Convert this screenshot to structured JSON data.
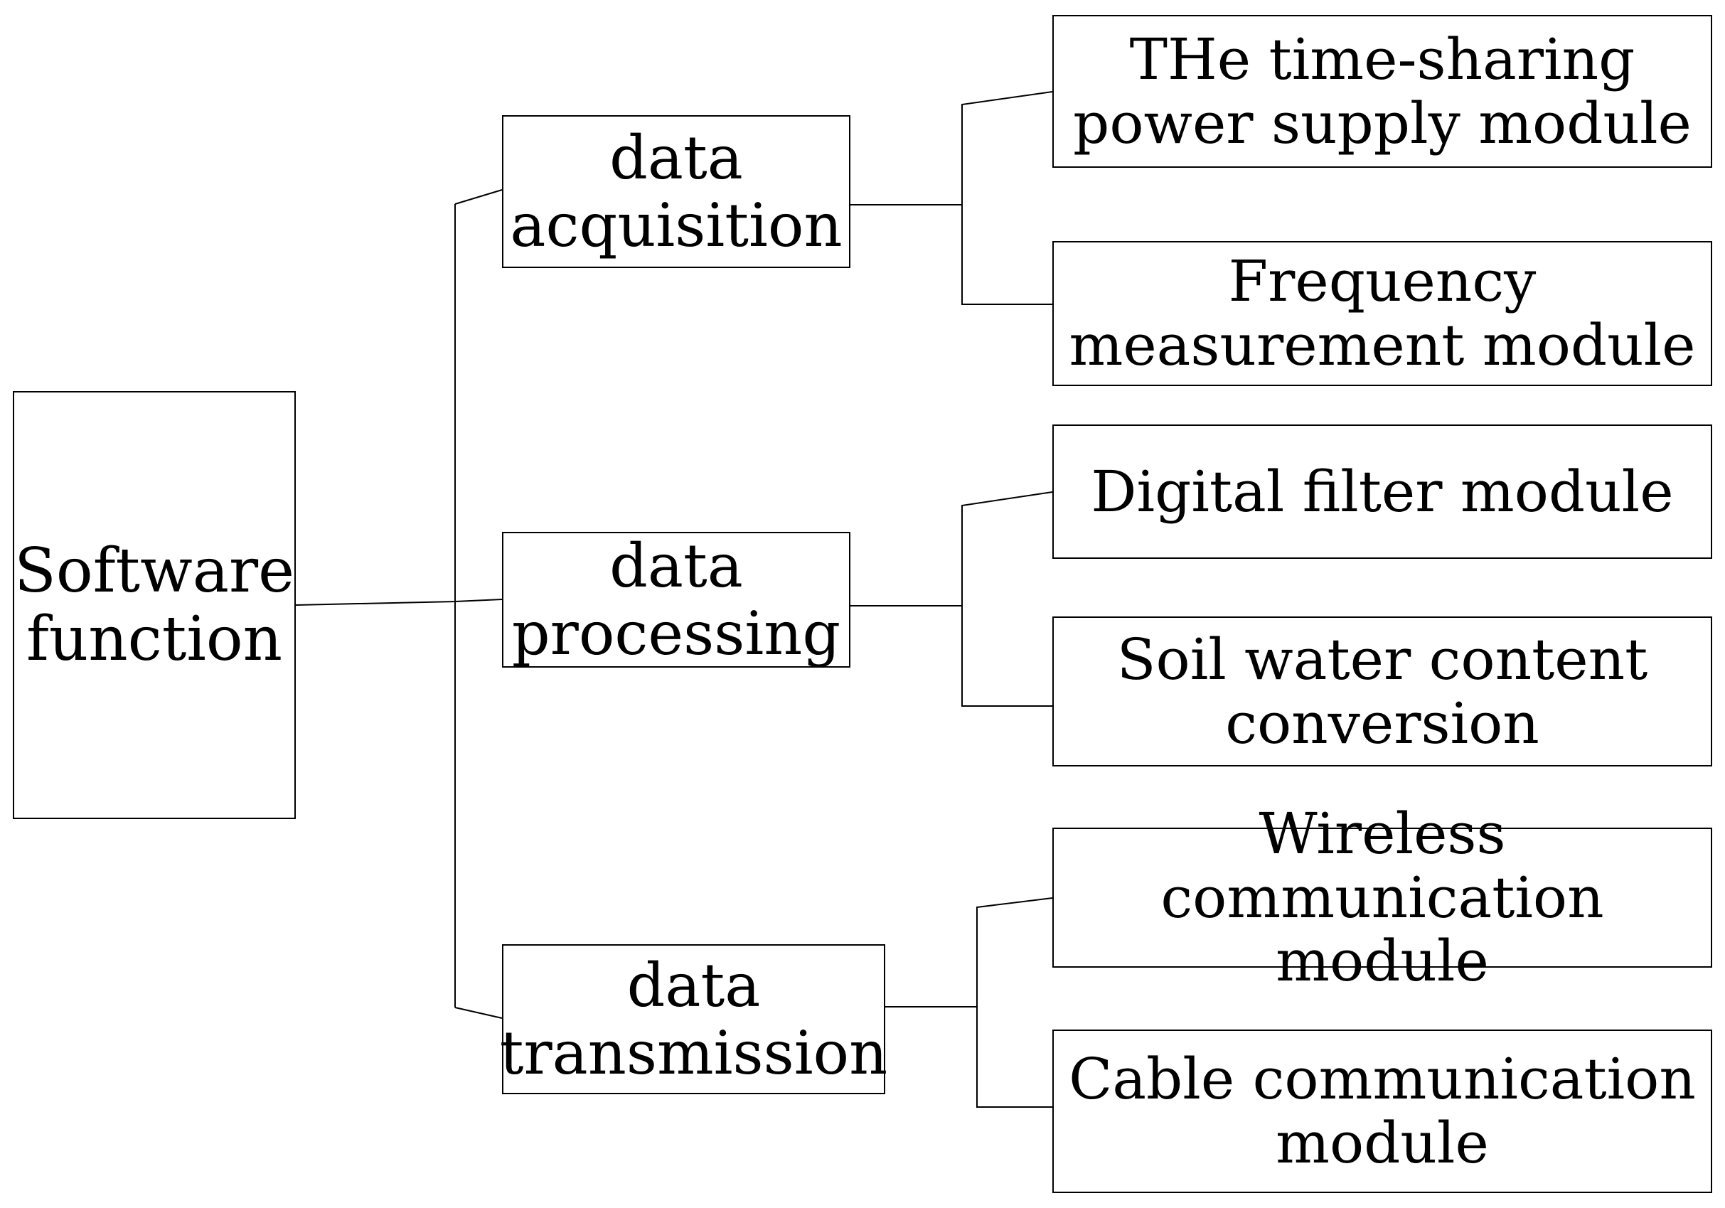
{
  "root": {
    "label": "Software\nfunction"
  },
  "categories": [
    {
      "label": "data\nacquisition",
      "modules": [
        {
          "label": "THe time-sharing\npower supply  module"
        },
        {
          "label": "Frequency\nmeasurement module"
        }
      ]
    },
    {
      "label": "data\nprocessing",
      "modules": [
        {
          "label": "Digital filter module"
        },
        {
          "label": "Soil water content\nconversion"
        }
      ]
    },
    {
      "label": "data\ntransmission",
      "modules": [
        {
          "label": "Wireless\ncommunication module"
        },
        {
          "label": "Cable communication\nmodule"
        }
      ]
    }
  ]
}
